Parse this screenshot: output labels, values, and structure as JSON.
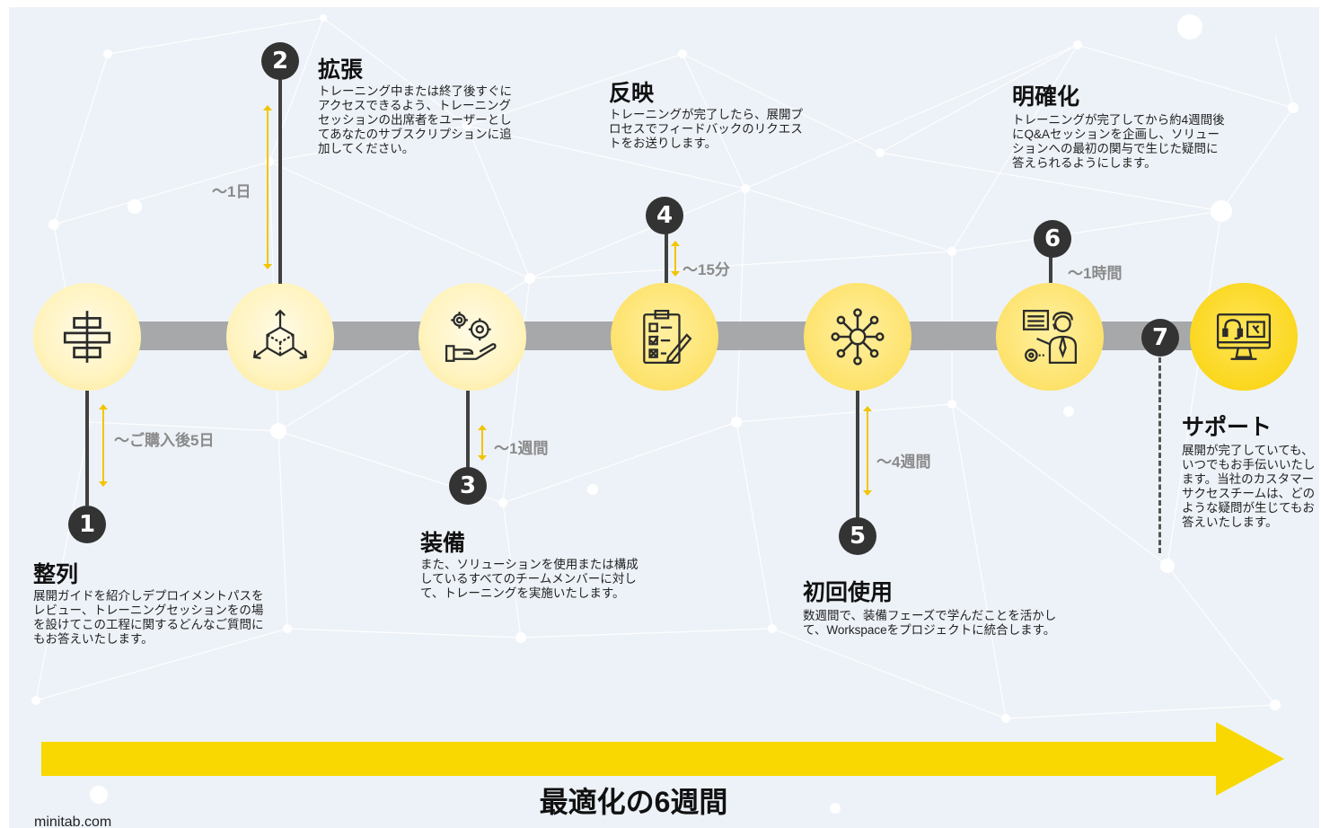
{
  "steps": [
    {
      "number": "1",
      "title": "整列",
      "description": "展開ガイドを紹介しデプロイメントパスをレビュー、トレーニングセッションをの場を設けてこの工程に関するどんなご質問にもお答えいたします。",
      "duration": "〜ご購入後5日",
      "icon": "alignment-icon"
    },
    {
      "number": "2",
      "title": "拡張",
      "description": "トレーニング中または終了後すぐにアクセスできるよう、トレーニングセッションの出席者をユーザーとしてあなたのサブスクリプションに追加してください。",
      "duration": "〜1日",
      "icon": "cube-expand-icon"
    },
    {
      "number": "3",
      "title": "装備",
      "description": "また、ソリューションを使用または構成しているすべてのチームメンバーに対して、トレーニングを実施いたします。",
      "duration": "〜1週間",
      "icon": "gears-hand-icon"
    },
    {
      "number": "4",
      "title": "反映",
      "description": "トレーニングが完了したら、展開プロセスでフィードバックのリクエストをお送りします。",
      "duration": "〜15分",
      "icon": "checklist-icon"
    },
    {
      "number": "5",
      "title": "初回使用",
      "description": "数週間で、装備フェーズで学んだことを活かして、Workspaceをプロジェクトに統合します。",
      "duration": "〜4週間",
      "icon": "network-icon"
    },
    {
      "number": "6",
      "title": "明確化",
      "description": "トレーニングが完了してから約4週間後にQ&Aセッションを企画し、ソリューションへの最初の関与で生じた疑問に答えられるようにします。",
      "duration": "〜1時間",
      "icon": "presenter-icon"
    },
    {
      "number": "7",
      "title": "サポート",
      "description": "展開が完了していても、いつでもお手伝いいたします。当社のカスタマーサクセスチームは、どのような疑問が生じてもお答えいたします。",
      "icon": "support-desktop-icon"
    }
  ],
  "banner": "最適化の6週間",
  "footer": "minitab.com",
  "colors": {
    "accent": "#f8d800",
    "timeline": "#a7a8aa",
    "marker": "#333333"
  }
}
